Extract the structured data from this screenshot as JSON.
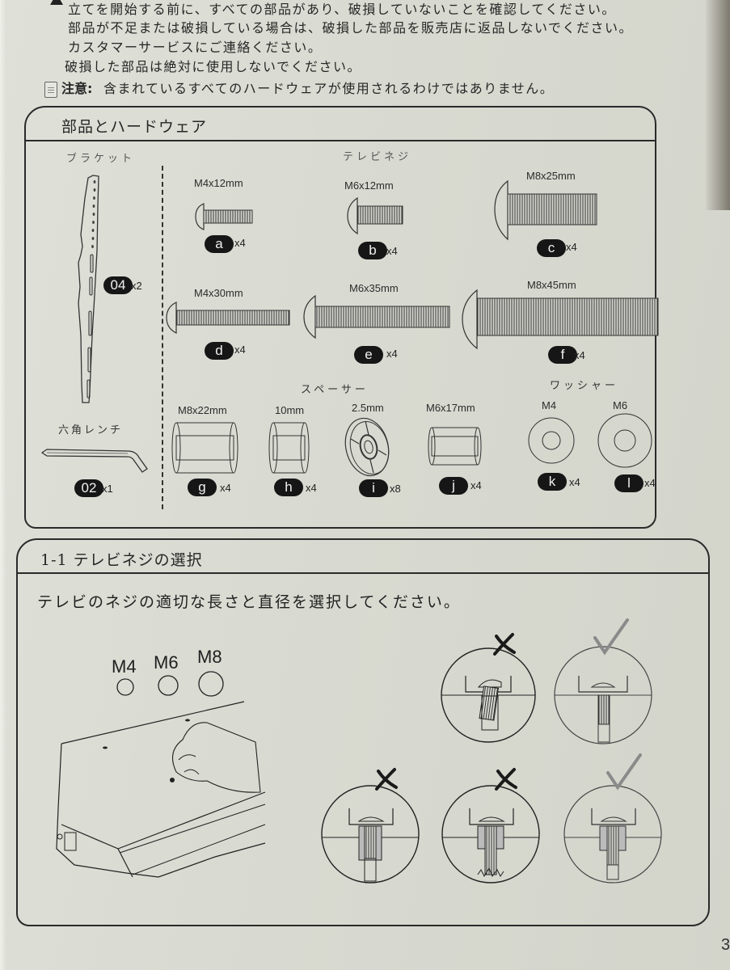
{
  "warning": {
    "lines": [
      "立てを開始する前に、すべての部品があり、破損していないことを確認してください。",
      "部品が不足または破損している場合は、破損した部品を販売店に返品しないでください。",
      "カスタマーサービスにご連絡ください。",
      "破損した部品は絶対に使用しないでください。"
    ],
    "icon": "warning-icon"
  },
  "note": {
    "label": "注意:",
    "text": "含まれているすべてのハードウェアが使用されるわけではありません。",
    "icon": "note-icon"
  },
  "parts_section": {
    "title": "部品とハードウェア",
    "bracket": {
      "category": "ブラケット",
      "badge": "04",
      "qty": "x2"
    },
    "wrench": {
      "category": "六角レンチ",
      "badge": "02",
      "qty": "x1"
    },
    "tv_screws": {
      "category": "テレビネジ",
      "items": [
        {
          "size": "M4x12mm",
          "badge": "a",
          "qty": "x4"
        },
        {
          "size": "M6x12mm",
          "badge": "b",
          "qty": "x4"
        },
        {
          "size": "M8x25mm",
          "badge": "c",
          "qty": "x4"
        },
        {
          "size": "M4x30mm",
          "badge": "d",
          "qty": "x4"
        },
        {
          "size": "M6x35mm",
          "badge": "e",
          "qty": "x4"
        },
        {
          "size": "M8x45mm",
          "badge": "f",
          "qty": "x4"
        }
      ]
    },
    "spacers": {
      "category": "スペーサー",
      "items": [
        {
          "size": "M8x22mm",
          "badge": "g",
          "qty": "x4"
        },
        {
          "size": "10mm",
          "badge": "h",
          "qty": "x4"
        },
        {
          "size": "2.5mm",
          "badge": "i",
          "qty": "x8"
        },
        {
          "size": "M6x17mm",
          "badge": "j",
          "qty": "x4"
        }
      ]
    },
    "washers": {
      "category": "ワッシャー",
      "items": [
        {
          "size": "M4",
          "badge": "k",
          "qty": "x4"
        },
        {
          "size": "M6",
          "badge": "l",
          "qty": "x4"
        }
      ]
    }
  },
  "step_section": {
    "title": "1-1 テレビネジの選択",
    "instruction": "テレビのネジの適切な長さと直径を選択してください。",
    "hole_sizes": [
      "M4",
      "M6",
      "M8"
    ],
    "examples": [
      {
        "result": "incorrect",
        "mark": "cross-icon"
      },
      {
        "result": "correct",
        "mark": "check-icon"
      },
      {
        "result": "incorrect",
        "mark": "cross-icon"
      },
      {
        "result": "incorrect",
        "mark": "cross-icon"
      },
      {
        "result": "correct",
        "mark": "check-icon"
      }
    ]
  },
  "page_number": "3",
  "colors": {
    "ink": "#1f1f1f",
    "paper": "#dcddd5",
    "check": "#8a8a8a"
  }
}
